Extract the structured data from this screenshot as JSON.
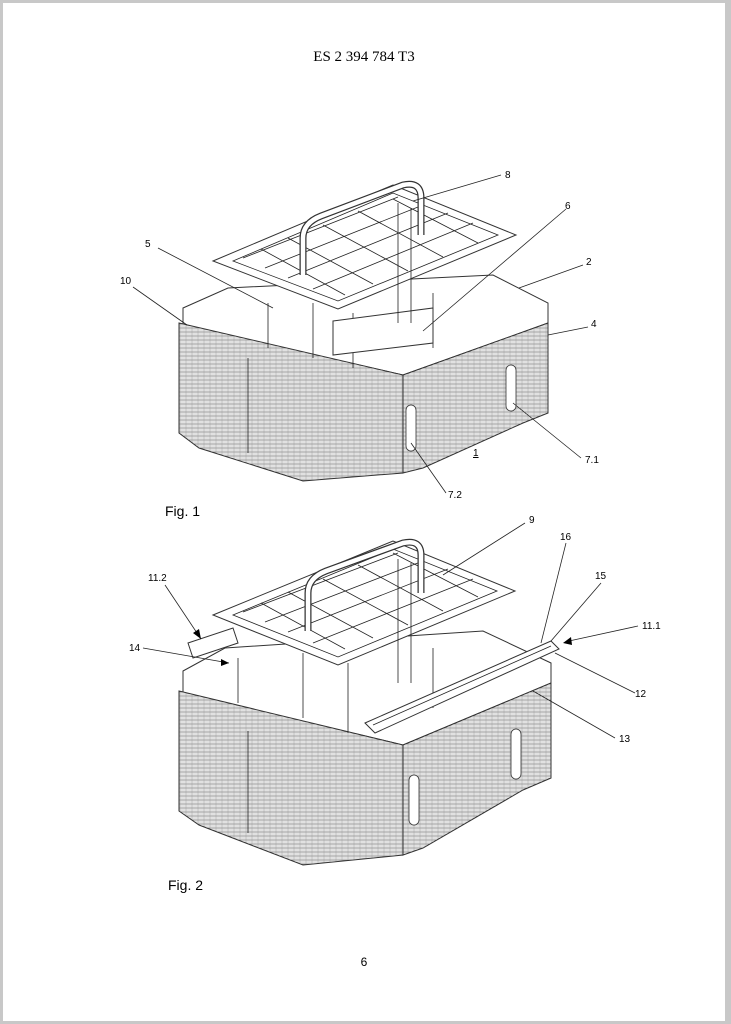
{
  "document": {
    "header": "ES 2 394 784 T3",
    "page_number": "6"
  },
  "figures": [
    {
      "caption": "Fig. 1",
      "reference_labels": [
        "8",
        "6",
        "5",
        "2",
        "10",
        "4",
        "1",
        "7.1",
        "7.2"
      ]
    },
    {
      "caption": "Fig. 2",
      "reference_labels": [
        "9",
        "16",
        "15",
        "11.2",
        "11.1",
        "14",
        "12",
        "13"
      ]
    }
  ],
  "colors": {
    "page_background": "#ffffff",
    "frame_background": "#c8c8c8",
    "line_color": "#222222"
  }
}
